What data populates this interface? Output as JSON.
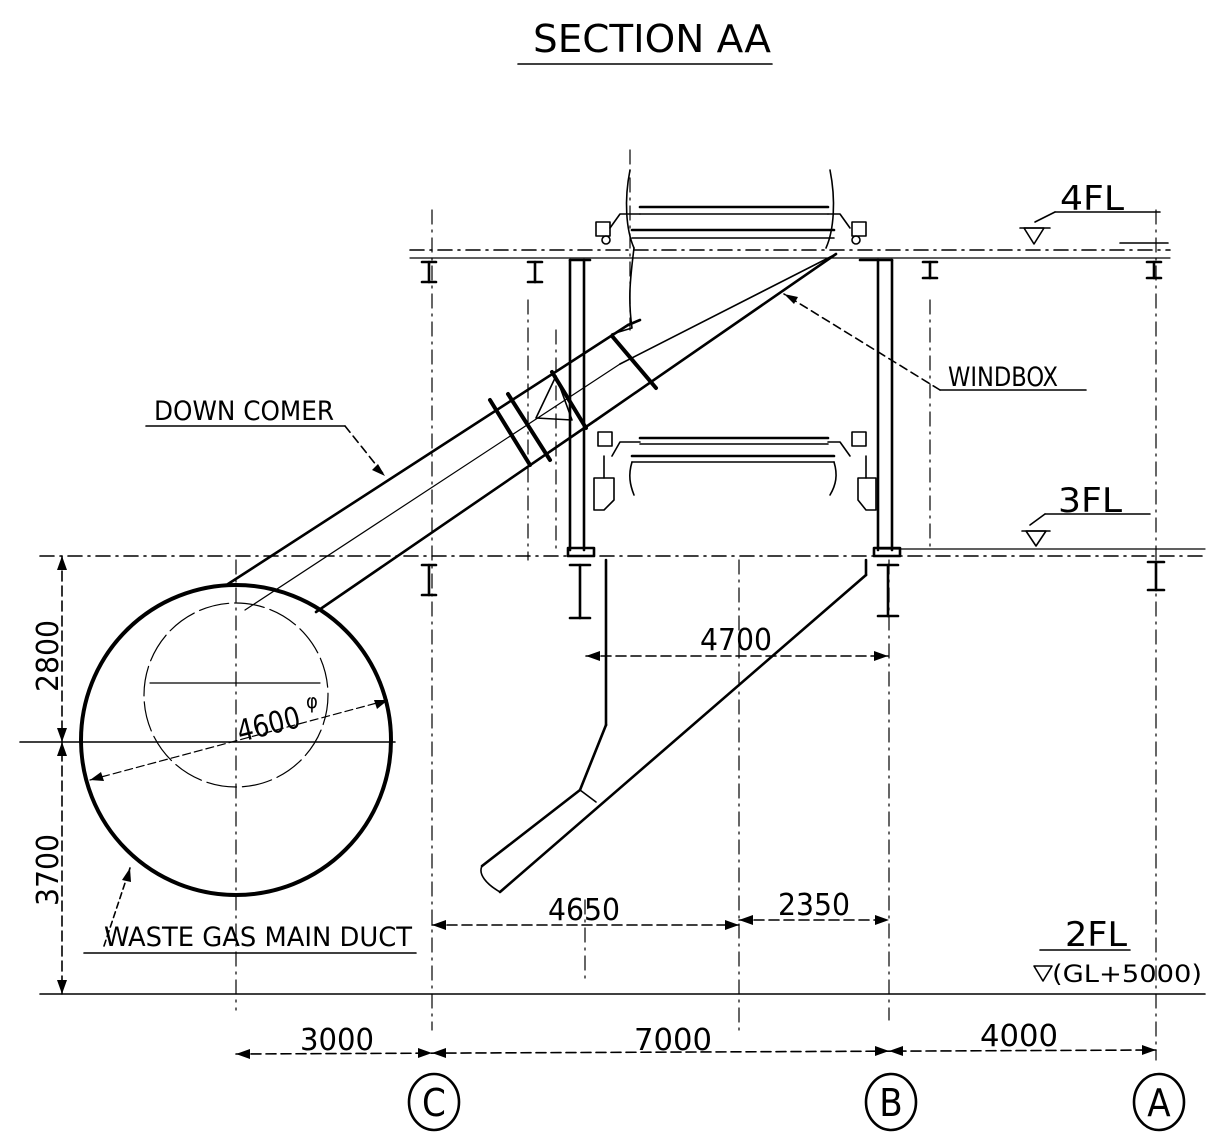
{
  "title": "SECTION AA",
  "floors": {
    "fl4": "4FL",
    "fl3": "3FL",
    "fl2": "2FL",
    "fl2_elev": "(GL+5000)"
  },
  "labels": {
    "down_comer": "DOWN COMER",
    "windbox": "WINDBOX",
    "waste_gas_duct": "WASTE GAS MAIN DUCT",
    "diameter": "4600",
    "diameter_symbol": "φ"
  },
  "dimensions": {
    "d2800": "2800",
    "d3700": "3700",
    "d4700": "4700",
    "d4650": "4650",
    "d2350": "2350",
    "d3000": "3000",
    "d7000": "7000",
    "d4000": "4000"
  },
  "axes": {
    "c": "C",
    "b": "B",
    "a": "A"
  }
}
